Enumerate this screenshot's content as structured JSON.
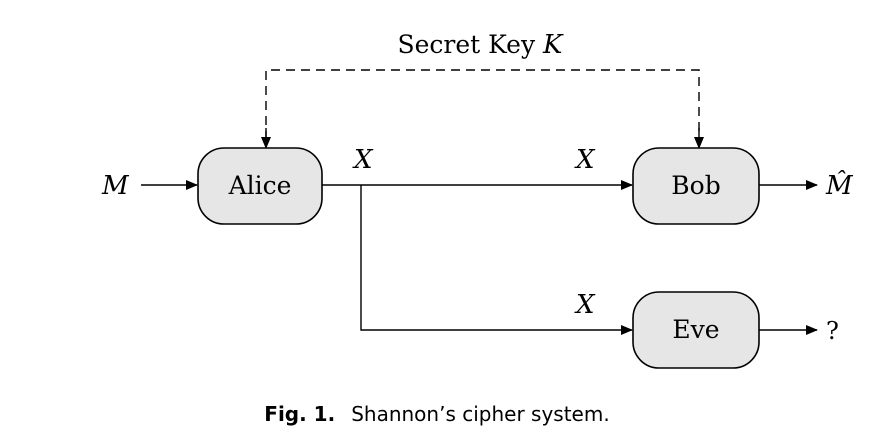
{
  "key_label": {
    "text": "Secret Key ",
    "var": "K"
  },
  "nodes": {
    "alice": "Alice",
    "bob": "Bob",
    "eve": "Eve"
  },
  "signals": {
    "message": "M",
    "alice_out": "X",
    "bob_in": "X",
    "eve_in": "X",
    "bob_out": "M̂",
    "eve_out": "?"
  },
  "caption": {
    "label": "Fig. 1.",
    "text": "Shannon’s cipher system."
  }
}
